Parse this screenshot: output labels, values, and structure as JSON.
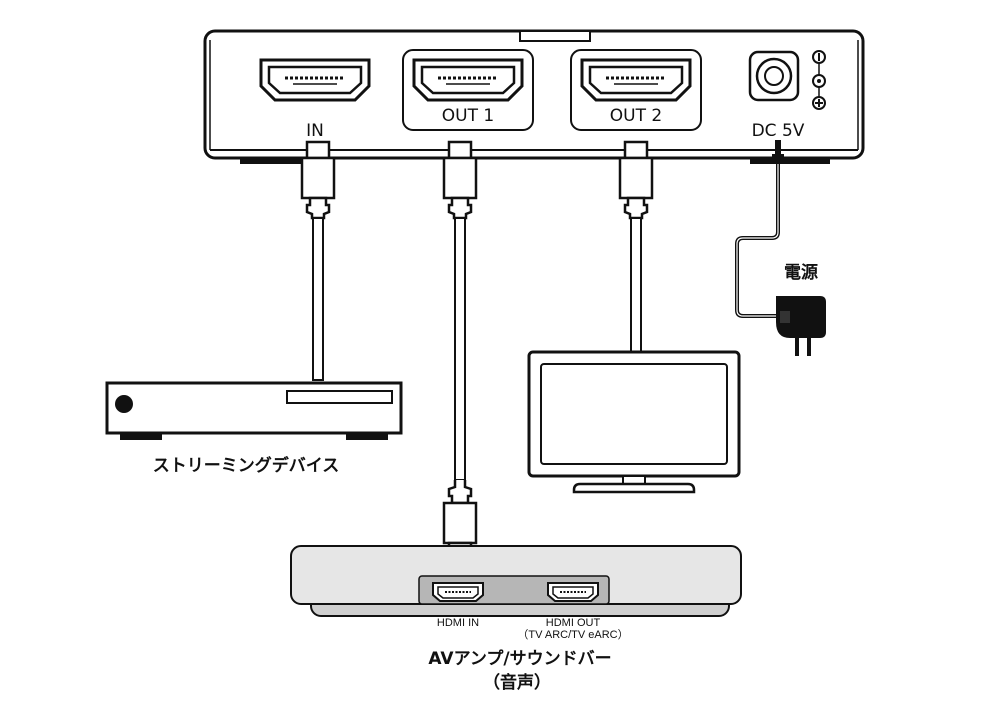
{
  "splitter": {
    "port_in": "IN",
    "port_out1": "OUT 1",
    "port_out2": "OUT 2",
    "port_dc": "DC 5V"
  },
  "power": {
    "label": "電源"
  },
  "streaming_device": {
    "label": "ストリーミングデバイス"
  },
  "soundbar": {
    "hdmi_in": "HDMI IN",
    "hdmi_out": "HDMI OUT",
    "hdmi_out_sub": "（TV ARC/TV eARC）",
    "label": "AVアンプ/サウンドバー",
    "label_sub": "（音声）"
  },
  "colors": {
    "line": "#111111",
    "soundbar_fill": "#e4e4e4",
    "soundbar_shadow": "#cfcfcf",
    "panel_fill": "#b8b8b8"
  }
}
